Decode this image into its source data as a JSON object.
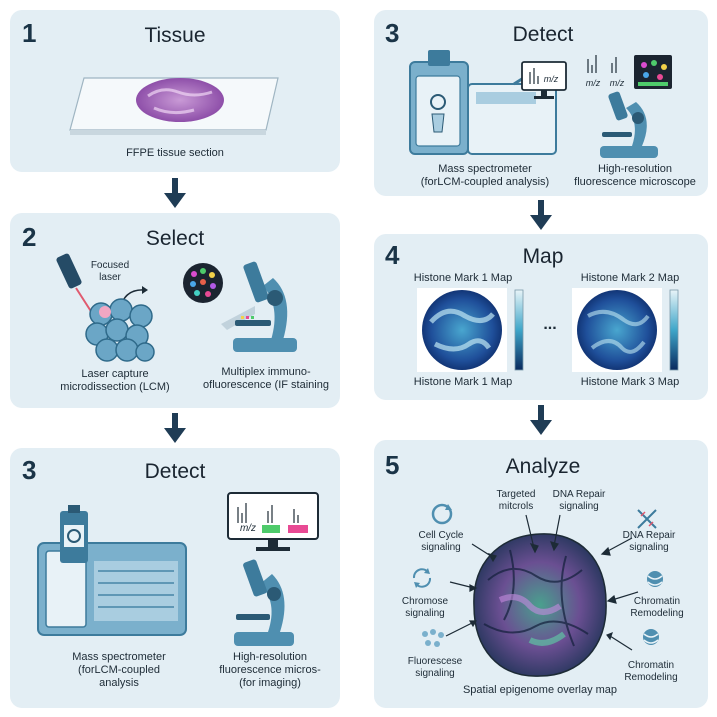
{
  "panel1": {
    "number": "1",
    "title": "Tissue",
    "caption": "FFPE tissue section"
  },
  "panel2": {
    "number": "2",
    "title": "Select",
    "laser_label": [
      "Focused",
      "laser"
    ],
    "lcm_caption": [
      "Laser capture",
      "microdissection (LCM)"
    ],
    "if_caption": [
      "Multiplex immuno-",
      "ofluorescence (IF staining"
    ]
  },
  "panel3a": {
    "number": "3",
    "title": "Detect",
    "screen_label": "m/z",
    "ms_caption": [
      "Mass spectrometer",
      "(forLCM-coupled",
      "analysis"
    ],
    "micro_caption": [
      "High-resolution",
      "fluorescence micros-",
      "(for imaging)"
    ]
  },
  "panel3b": {
    "number": "3",
    "title": "Detect",
    "screen_label_1": "m/z",
    "screen_label_2": "m/z",
    "screen_label_3": "m/z",
    "ms_caption": [
      "Mass spectrometer",
      "(forLCM-coupled analysis)"
    ],
    "micro_caption": [
      "High-resolution",
      "fluorescence microscope"
    ]
  },
  "panel4": {
    "number": "4",
    "title": "Map",
    "top_left": "Histone Mark 1 Map",
    "top_right": "Histone Mark 2 Map",
    "bottom_left": "Histone Mark 1 Map",
    "bottom_right": "Histone Mark 3 Map",
    "ellipsis": "..."
  },
  "panel5": {
    "number": "5",
    "title": "Analyze",
    "labels": {
      "targeted": [
        "Targeted",
        "mitcrols"
      ],
      "dna_repair_top": [
        "DNA Repair",
        "signaling"
      ],
      "cell_cycle": [
        "Cell Cycle",
        "signaling"
      ],
      "dna_repair_right": [
        "DNA Repair",
        "signaling"
      ],
      "chromose": [
        "Chromose",
        "signaling"
      ],
      "chromatin_1": [
        "Chromatin",
        "Remodeling"
      ],
      "fluorescese": [
        "Fluorescese",
        "signaling"
      ],
      "chromatin_2": [
        "Chromatin",
        "Remodeling"
      ]
    },
    "caption": "Spatial epigenome overlay map"
  },
  "colors": {
    "panel_bg": "#e3eef4",
    "instrument_blue": "#4f8fb0",
    "dark_navy": "#1a3447",
    "arrow": "#1f3c55"
  }
}
